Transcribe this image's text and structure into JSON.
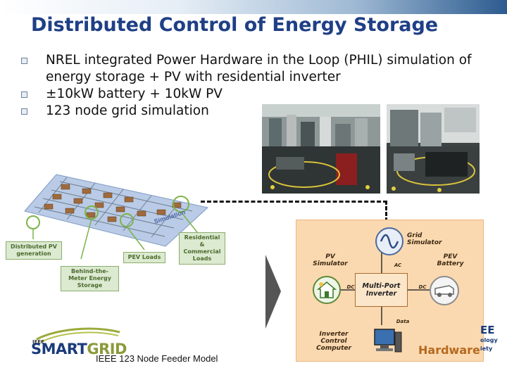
{
  "slide": {
    "title": "Distributed Control of Energy Storage",
    "bullets": [
      "NREL integrated Power Hardware in the Loop (PHIL) simulation of energy storage + PV with residential inverter",
      "±10kW battery + 10kW PV",
      "123 node grid simulation"
    ]
  },
  "diagram": {
    "simulation_label": "Simulation",
    "labels": {
      "distributed_pv": "Distributed PV generation",
      "residential_commercial": "Residential & Commercial Loads",
      "pev_loads": "PEV Loads",
      "behind_meter": "Behind-the-Meter Energy Storage"
    },
    "caption": "IEEE 123 Node Feeder Model"
  },
  "hardware": {
    "grid_simulator": "Grid Simulator",
    "pv_simulator": "PV Simulator",
    "pev_battery": "PEV Battery",
    "ac": "AC",
    "dc_left": "DC",
    "dc_right": "DC",
    "data": "Data",
    "inverter": "Multi-Port Inverter",
    "inverter_control": "Inverter Control Computer",
    "hardware_word": "Hardware"
  },
  "logo": {
    "ieee": "IEEE",
    "smart": "SMART",
    "grid": "GRID"
  },
  "edge_logo": {
    "line1": "EE",
    "line2": "ology",
    "line3": "iety"
  },
  "colors": {
    "title": "#1f3f86",
    "smart": "#1b3b7a",
    "grid": "#8a9a3a",
    "hardware": "#b5691f"
  }
}
